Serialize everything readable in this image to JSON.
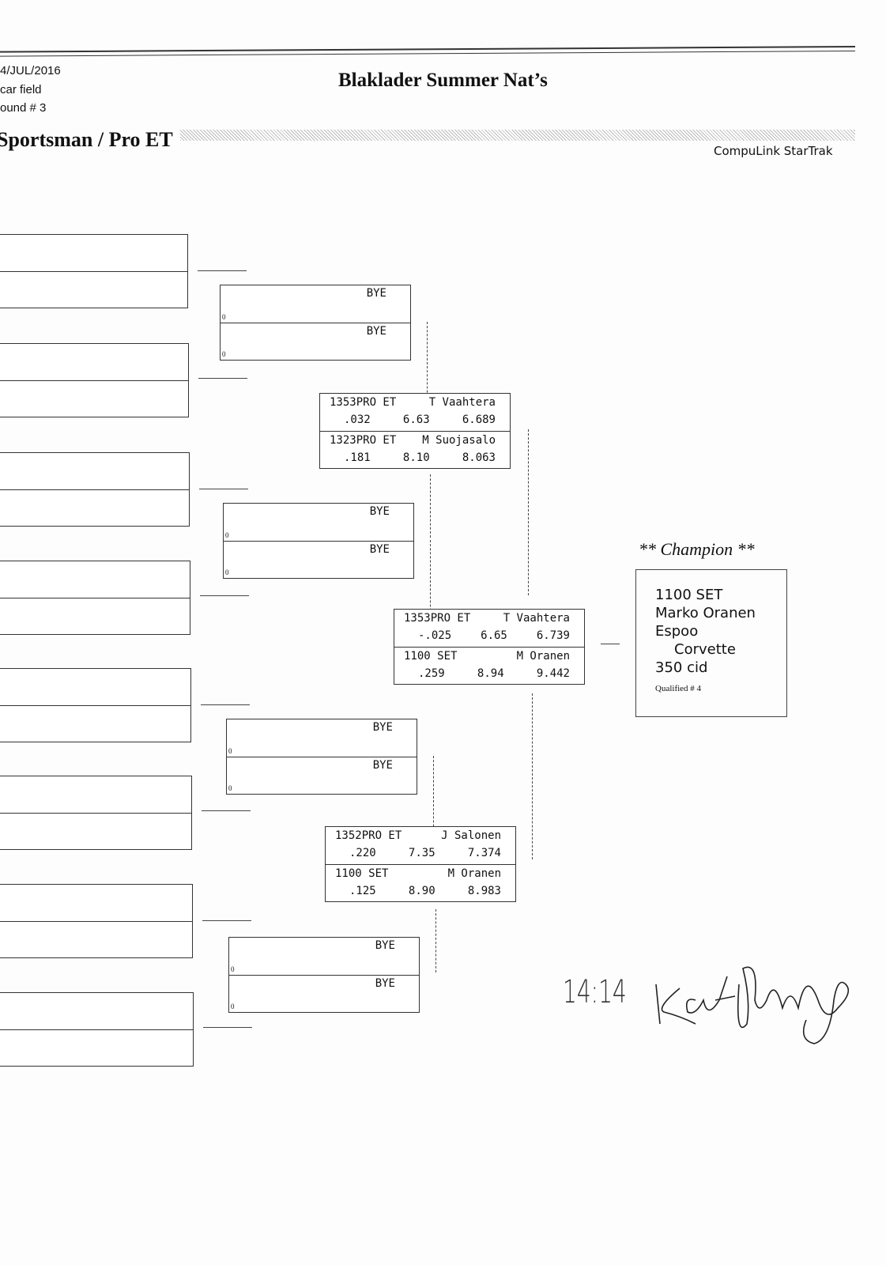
{
  "header": {
    "date": "4/JUL/2016",
    "field": "car field",
    "round": "ound # 3",
    "title": "Blaklader Summer Nat’s",
    "class": "Sportsman / Pro ET",
    "brand": "CompuLink StarTrak"
  },
  "round2": [
    {
      "top": {
        "label": "BYE",
        "qual": "0"
      },
      "bottom": {
        "label": "BYE",
        "qual": "0"
      }
    },
    {
      "top": {
        "label": "BYE",
        "qual": "0"
      },
      "bottom": {
        "label": "BYE",
        "qual": "0"
      }
    },
    {
      "top": {
        "label": "BYE",
        "qual": "0"
      },
      "bottom": {
        "label": "BYE",
        "qual": "0"
      }
    },
    {
      "top": {
        "label": "BYE",
        "qual": "0"
      },
      "bottom": {
        "label": "BYE",
        "qual": "0"
      }
    }
  ],
  "round3": [
    {
      "top": {
        "car": "1353PRO ET",
        "name": "T Vaahtera",
        "rt": ".032",
        "dial": "6.63",
        "et": "6.689"
      },
      "bottom": {
        "car": "1323PRO ET",
        "name": "M Suojasalo",
        "rt": ".181",
        "dial": "8.10",
        "et": "8.063"
      }
    },
    {
      "top": {
        "car": "1352PRO ET",
        "name": "J Salonen",
        "rt": ".220",
        "dial": "7.35",
        "et": "7.374"
      },
      "bottom": {
        "car": "1100   SET",
        "name": "M Oranen",
        "rt": ".125",
        "dial": "8.90",
        "et": "8.983"
      }
    }
  ],
  "final": {
    "top": {
      "car": "1353PRO ET",
      "name": "T Vaahtera",
      "rt": "-.025",
      "dial": "6.65",
      "et": "6.739"
    },
    "bottom": {
      "car": "1100   SET",
      "name": "M Oranen",
      "rt": ".259",
      "dial": "8.94",
      "et": "9.442"
    }
  },
  "champion": {
    "title": "** Champion **",
    "car": "1100    SET",
    "name": "Marko Oranen",
    "city": "Espoo",
    "vehicle": "Corvette",
    "engine": "350 cid",
    "qualified": "Qualified # 4"
  },
  "signature": {
    "time": "14:14"
  }
}
